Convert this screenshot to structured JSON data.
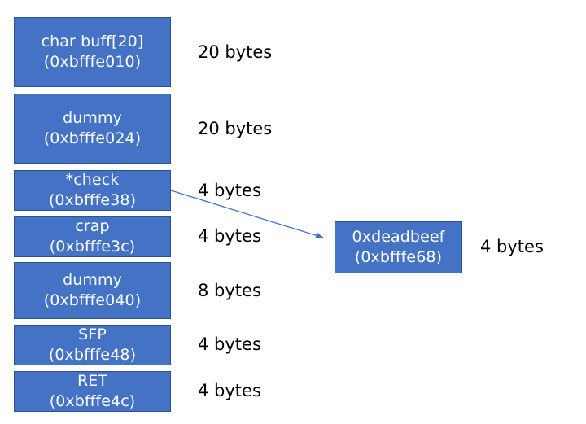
{
  "stack": [
    {
      "name": "char buff[20]",
      "address": "(0xbfffe010)",
      "size": "20 bytes"
    },
    {
      "name": "dummy",
      "address": "(0xbfffe024)",
      "size": "20 bytes"
    },
    {
      "name": "*check",
      "address": "(0xbfffe38)",
      "size": "4 bytes"
    },
    {
      "name": "crap",
      "address": "(0xbfffe3c)",
      "size": "4 bytes"
    },
    {
      "name": "dummy",
      "address": "(0xbfffe040)",
      "size": "8 bytes"
    },
    {
      "name": "SFP",
      "address": "(0xbfffe48)",
      "size": "4 bytes"
    },
    {
      "name": "RET",
      "address": "(0xbfffe4c)",
      "size": "4 bytes"
    }
  ],
  "target": {
    "name": "0xdeadbeef",
    "address": "(0xbfffe68)",
    "size": "4 bytes"
  },
  "colors": {
    "block_fill": "#4472c4",
    "block_border": "#2f528f",
    "block_text": "#ffffff",
    "arrow": "#4472c4"
  }
}
